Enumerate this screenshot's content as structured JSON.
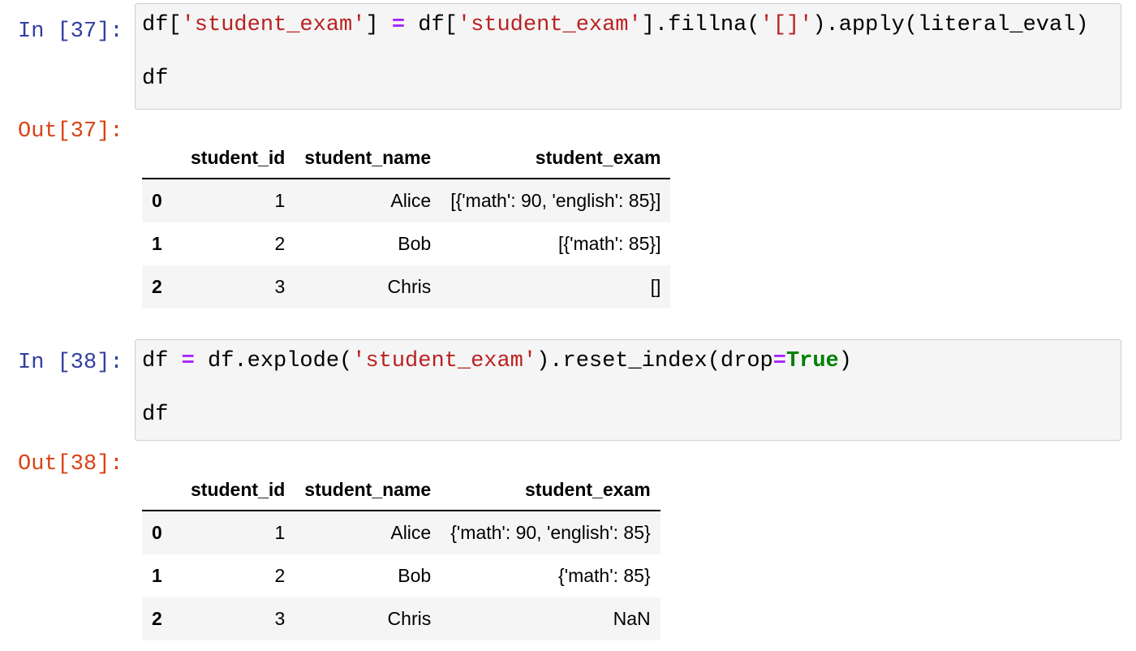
{
  "cells": [
    {
      "in_prompt": "In [37]:",
      "code_line1": [
        {
          "t": "df[",
          "c": "plain"
        },
        {
          "t": "'student_exam'",
          "c": "str"
        },
        {
          "t": "] ",
          "c": "plain"
        },
        {
          "t": "=",
          "c": "op"
        },
        {
          "t": " df[",
          "c": "plain"
        },
        {
          "t": "'student_exam'",
          "c": "str"
        },
        {
          "t": "].fillna(",
          "c": "plain"
        },
        {
          "t": "'[]'",
          "c": "str"
        },
        {
          "t": ").apply(literal_eval)",
          "c": "plain"
        }
      ],
      "code_line2": "df",
      "out_prompt": "Out[37]:",
      "table": {
        "columns": [
          "",
          "student_id",
          "student_name",
          "student_exam"
        ],
        "rows": [
          {
            "index": "0",
            "student_id": "1",
            "student_name": "Alice",
            "student_exam": "[{'math': 90, 'english': 85}]"
          },
          {
            "index": "1",
            "student_id": "2",
            "student_name": "Bob",
            "student_exam": "[{'math': 85}]"
          },
          {
            "index": "2",
            "student_id": "3",
            "student_name": "Chris",
            "student_exam": "[]"
          }
        ]
      }
    },
    {
      "in_prompt": "In [38]:",
      "code_line1": [
        {
          "t": "df ",
          "c": "plain"
        },
        {
          "t": "=",
          "c": "op"
        },
        {
          "t": " df.explode(",
          "c": "plain"
        },
        {
          "t": "'student_exam'",
          "c": "str"
        },
        {
          "t": ").reset_index(drop",
          "c": "plain"
        },
        {
          "t": "=",
          "c": "op"
        },
        {
          "t": "True",
          "c": "kw"
        },
        {
          "t": ")",
          "c": "plain"
        }
      ],
      "code_line2": "df",
      "out_prompt": "Out[38]:",
      "table": {
        "columns": [
          "",
          "student_id",
          "student_name",
          "student_exam"
        ],
        "rows": [
          {
            "index": "0",
            "student_id": "1",
            "student_name": "Alice",
            "student_exam": "{'math': 90, 'english': 85}"
          },
          {
            "index": "1",
            "student_id": "2",
            "student_name": "Bob",
            "student_exam": "{'math': 85}"
          },
          {
            "index": "2",
            "student_id": "3",
            "student_name": "Chris",
            "student_exam": "NaN"
          }
        ]
      }
    }
  ],
  "colors": {
    "in_prompt": "#303F9F",
    "out_prompt": "#D84315",
    "string": "#BA2121",
    "operator": "#AA22FF",
    "keyword": "#008000",
    "input_bg": "#f5f5f5",
    "input_border": "#cfcfcf"
  }
}
